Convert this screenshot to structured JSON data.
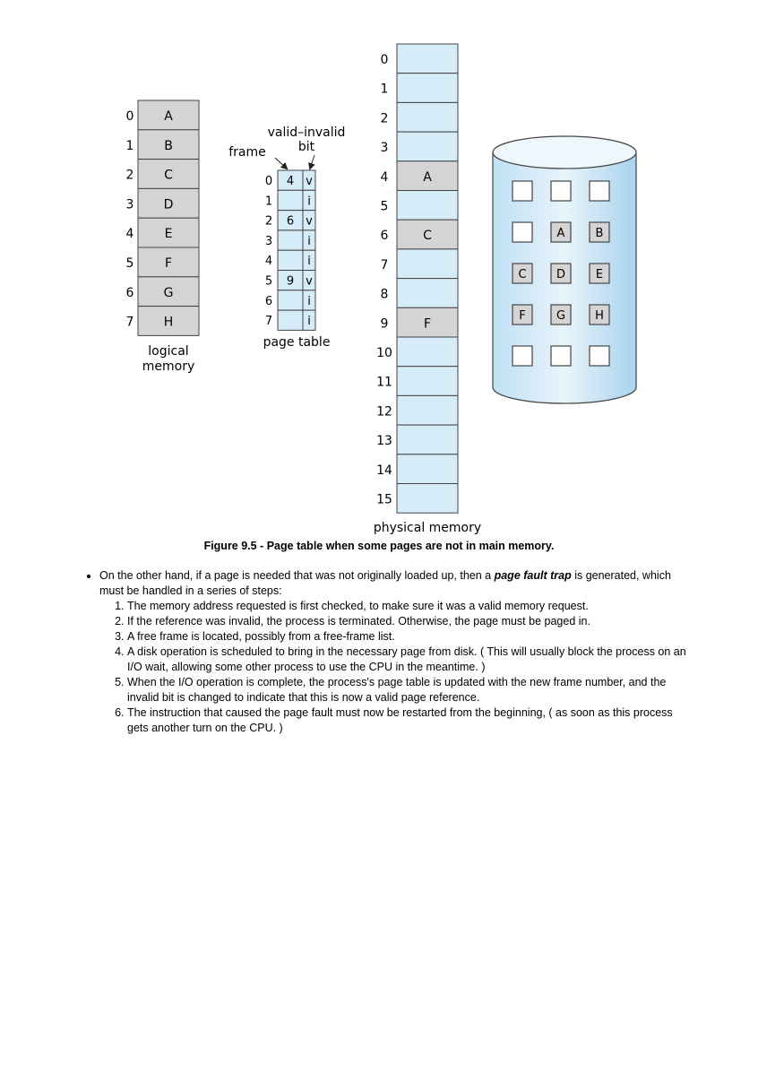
{
  "diagram": {
    "logical_memory": {
      "label_line1": "logical",
      "label_line2": "memory",
      "pages": [
        {
          "index": "0",
          "content": "A"
        },
        {
          "index": "1",
          "content": "B"
        },
        {
          "index": "2",
          "content": "C"
        },
        {
          "index": "3",
          "content": "D"
        },
        {
          "index": "4",
          "content": "E"
        },
        {
          "index": "5",
          "content": "F"
        },
        {
          "index": "6",
          "content": "G"
        },
        {
          "index": "7",
          "content": "H"
        }
      ]
    },
    "page_table": {
      "label": "page table",
      "frame_header": "frame",
      "bit_header_line1": "valid–invalid",
      "bit_header_line2": "bit",
      "entries": [
        {
          "index": "0",
          "frame": "4",
          "bit": "v"
        },
        {
          "index": "1",
          "frame": "",
          "bit": "i"
        },
        {
          "index": "2",
          "frame": "6",
          "bit": "v"
        },
        {
          "index": "3",
          "frame": "",
          "bit": "i"
        },
        {
          "index": "4",
          "frame": "",
          "bit": "i"
        },
        {
          "index": "5",
          "frame": "9",
          "bit": "v"
        },
        {
          "index": "6",
          "frame": "",
          "bit": "i"
        },
        {
          "index": "7",
          "frame": "",
          "bit": "i"
        }
      ]
    },
    "physical_memory": {
      "label": "physical memory",
      "frames": [
        {
          "index": "0",
          "content": ""
        },
        {
          "index": "1",
          "content": ""
        },
        {
          "index": "2",
          "content": ""
        },
        {
          "index": "3",
          "content": ""
        },
        {
          "index": "4",
          "content": "A"
        },
        {
          "index": "5",
          "content": ""
        },
        {
          "index": "6",
          "content": "C"
        },
        {
          "index": "7",
          "content": ""
        },
        {
          "index": "8",
          "content": ""
        },
        {
          "index": "9",
          "content": "F"
        },
        {
          "index": "10",
          "content": ""
        },
        {
          "index": "11",
          "content": ""
        },
        {
          "index": "12",
          "content": ""
        },
        {
          "index": "13",
          "content": ""
        },
        {
          "index": "14",
          "content": ""
        },
        {
          "index": "15",
          "content": ""
        }
      ]
    },
    "backing_store": {
      "rows": [
        [
          "",
          "",
          ""
        ],
        [
          "",
          "A",
          "B"
        ],
        [
          "C",
          "D",
          "E"
        ],
        [
          "F",
          "G",
          "H"
        ],
        [
          "",
          "",
          ""
        ]
      ]
    },
    "colors": {
      "cell_blue": "#d6ecf8",
      "cell_gray": "#d4d4d4",
      "disk_blue": "#a9d5ef",
      "border": "#444444"
    }
  },
  "caption": "Figure 9.5 - Page table when some pages are not in main memory.",
  "body": {
    "bullet_before": "On the other hand, if a page is needed that was not originally loaded up, then a ",
    "bullet_emphasis": "page fault trap",
    "bullet_after": " is generated, which must be handled in a series of steps:",
    "steps": [
      "The memory address requested is first checked, to make sure it was a valid memory request.",
      "If the reference was invalid, the process is terminated. Otherwise, the page must be paged in.",
      "A free frame is located, possibly from a free-frame list.",
      "A disk operation is scheduled to bring in the necessary page from disk. ( This will usually block the process on an I/O wait, allowing some other process to use the CPU in the meantime. )",
      "When the I/O operation is complete, the process's page table is updated with the new frame number, and the invalid bit is changed to indicate that this is now a valid page reference.",
      "The instruction that caused the page fault must now be restarted from the beginning, ( as soon as this process gets another turn on the CPU. )"
    ]
  }
}
